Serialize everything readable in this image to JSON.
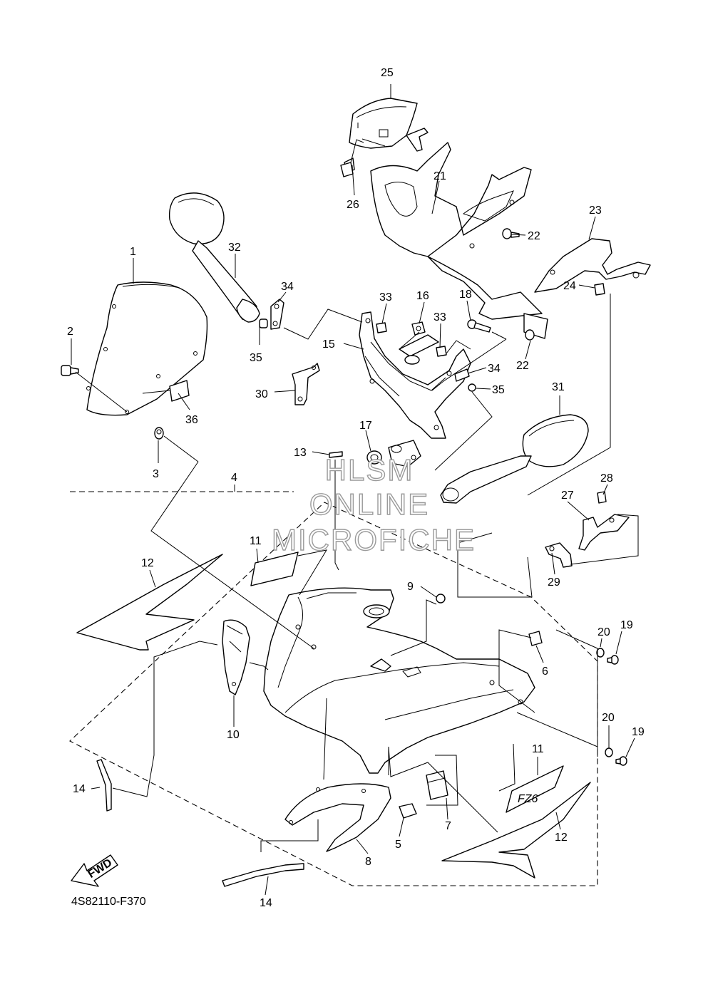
{
  "diagram_code": "4S82110-F370",
  "fwd_label": "FWD",
  "watermark": {
    "line1": "HLSM",
    "line2": "ONLINE",
    "line3": "MICROFICHE"
  },
  "decal_text": "FZ6",
  "callouts": [
    "1",
    "2",
    "3",
    "4",
    "5",
    "6",
    "7",
    "8",
    "9",
    "10",
    "11",
    "11",
    "12",
    "12",
    "13",
    "14",
    "14",
    "15",
    "16",
    "17",
    "18",
    "19",
    "19",
    "20",
    "20",
    "21",
    "22",
    "22",
    "23",
    "24",
    "25",
    "26",
    "27",
    "28",
    "29",
    "30",
    "31",
    "32",
    "33",
    "33",
    "34",
    "34",
    "35",
    "35",
    "36"
  ]
}
